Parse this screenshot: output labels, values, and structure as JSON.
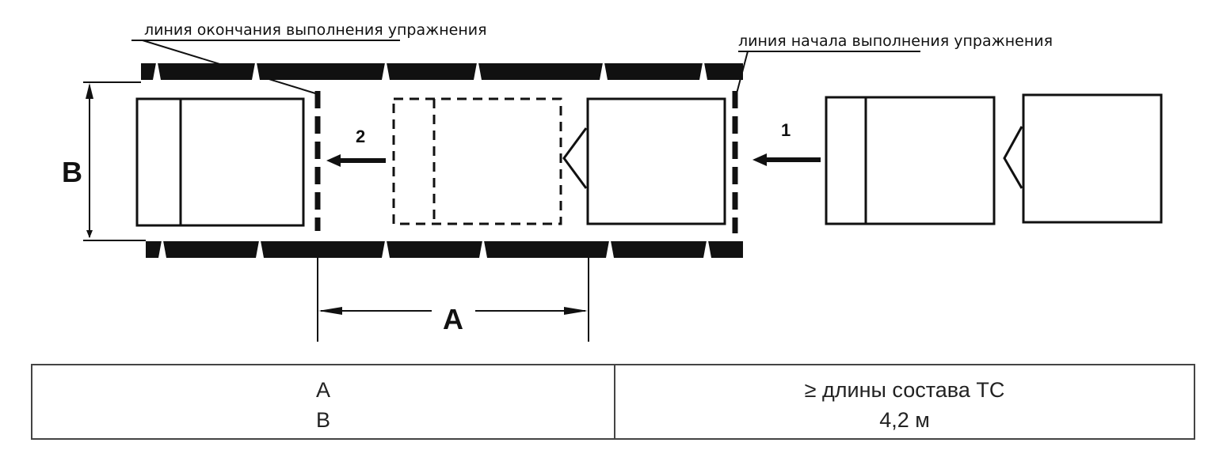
{
  "diagram": {
    "end_line_label": "линия окончания выполнения упражнения",
    "start_line_label": "линия начала выполнения упражнения",
    "step_1": "1",
    "step_2": "2",
    "dim_a": "A",
    "dim_b": "B"
  },
  "table": {
    "rows": [
      {
        "param": "A",
        "value": "≥ длины состава ТС"
      },
      {
        "param": "B",
        "value": "4,2 м"
      }
    ]
  }
}
